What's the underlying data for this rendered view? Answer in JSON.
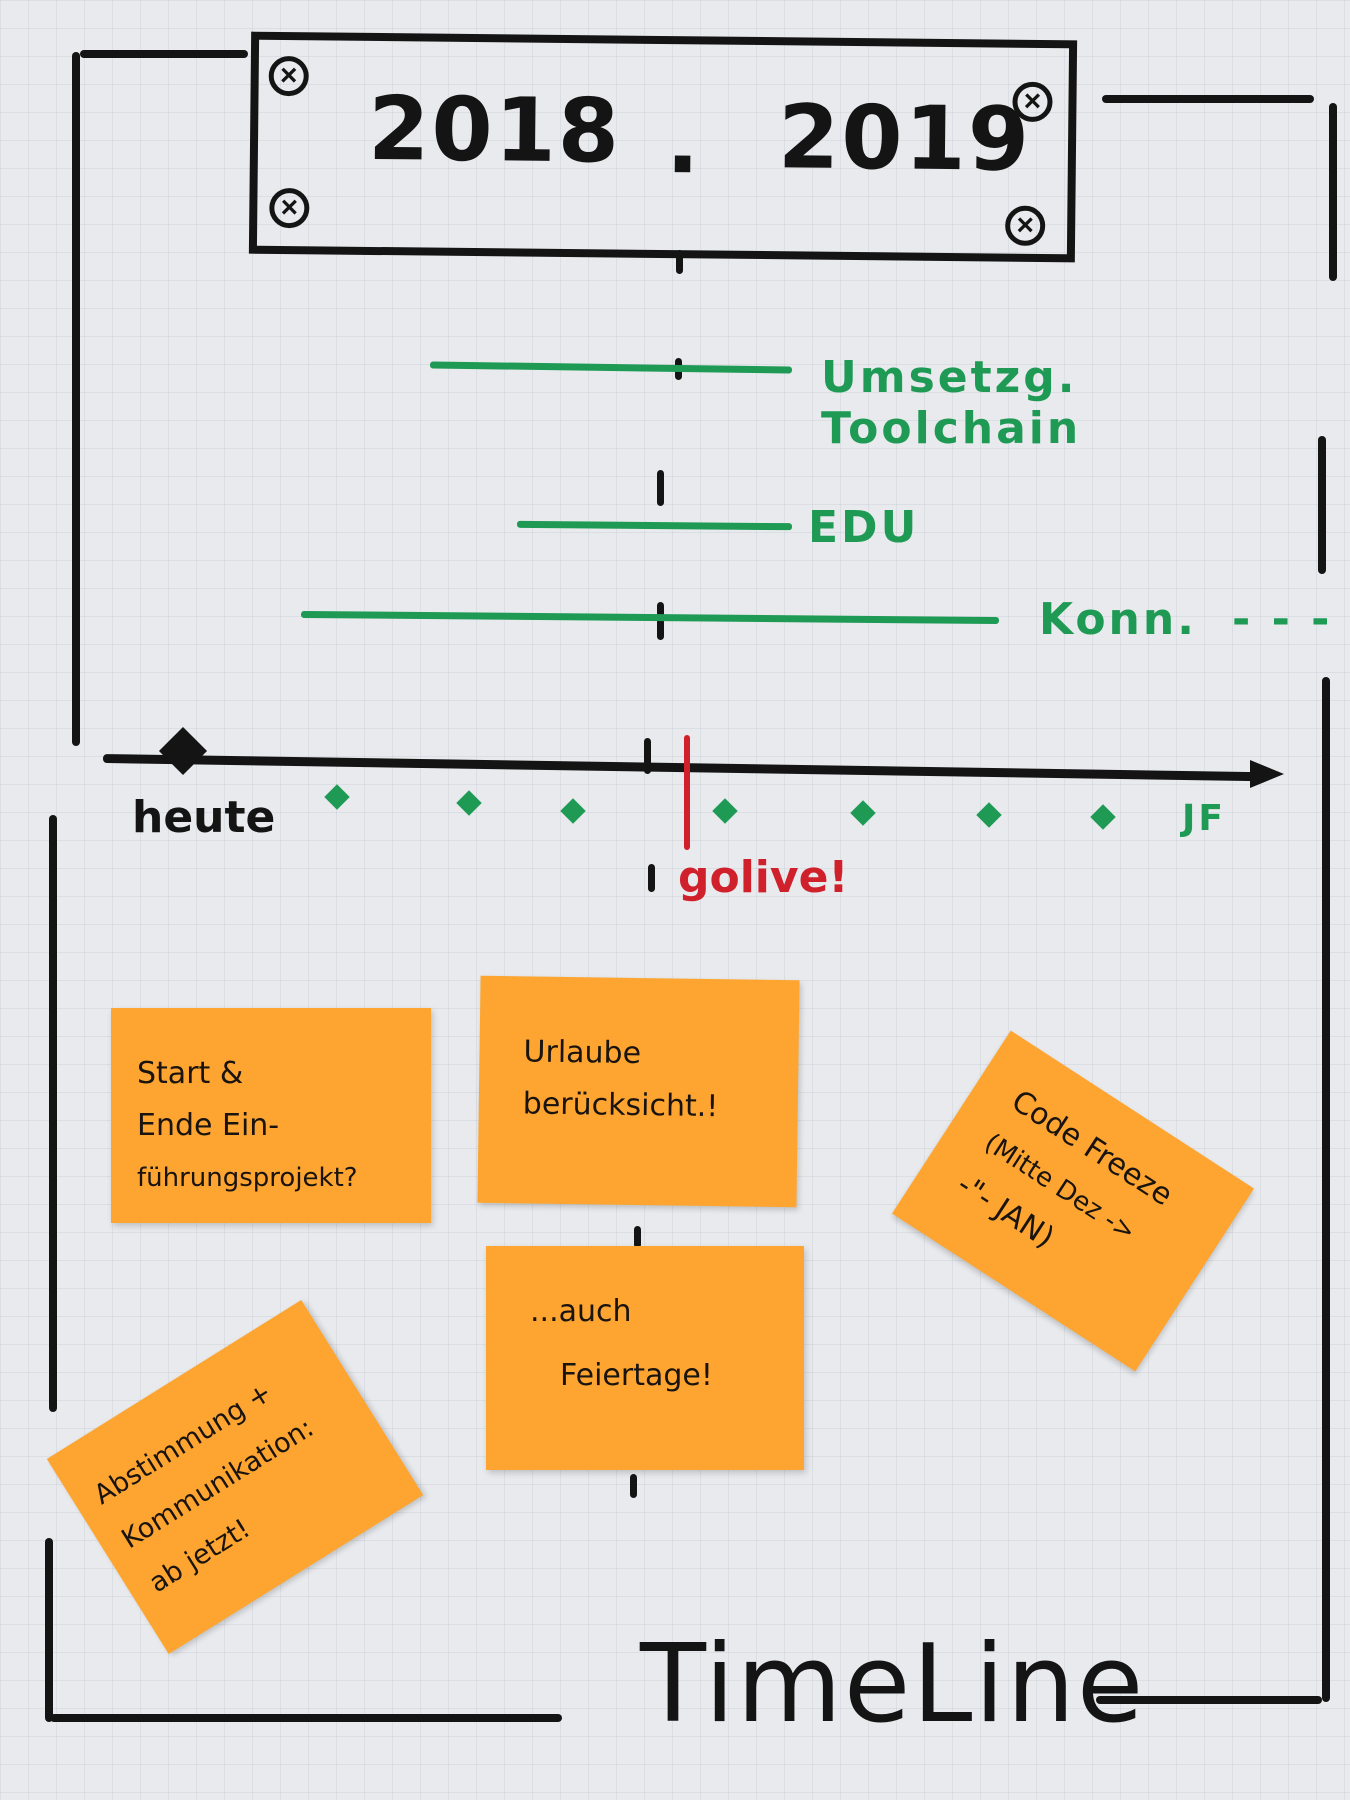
{
  "header": {
    "year_start": "2018",
    "separator": ".",
    "year_end": "2019"
  },
  "tracks": [
    {
      "label": "Umsetzg. Toolchain"
    },
    {
      "label": "EDU"
    },
    {
      "label": "Konn.",
      "continuation": "- - -"
    }
  ],
  "axis": {
    "start_label": "heute",
    "end_label": "JF",
    "milestone_label": "golive!",
    "tick_count": 7
  },
  "sticky_notes": [
    {
      "lines": [
        "Start &",
        "Ende Ein-",
        "führungsprojekt?"
      ]
    },
    {
      "lines": [
        "Urlaube",
        "berücksicht.!"
      ]
    },
    {
      "lines": [
        "Code Freeze",
        "(Mitte Dez ->",
        "-\"- JAN)"
      ]
    },
    {
      "lines": [
        "...auch",
        "Feiertage!"
      ]
    },
    {
      "lines": [
        "Abstimmung +",
        "Kommunikation:",
        "ab jetzt!"
      ]
    }
  ],
  "footer": {
    "title": "TimeLine"
  },
  "colors": {
    "ink": "#141414",
    "green": "#1e9a55",
    "red": "#d0202c",
    "sticky": "#fda530",
    "paper": "#e8eaed"
  }
}
